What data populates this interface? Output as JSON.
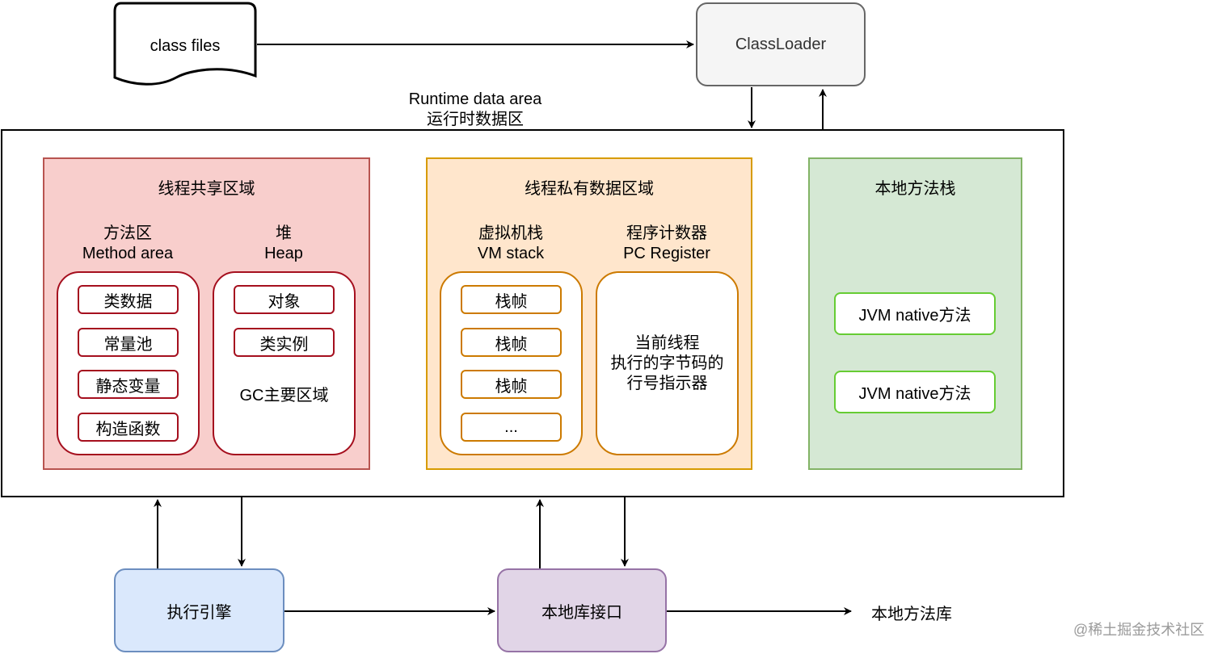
{
  "class_files": "class files",
  "class_loader": "ClassLoader",
  "runtime_area": {
    "title_en": "Runtime data area",
    "title_zh": "运行时数据区"
  },
  "shared_region": {
    "title": "线程共享区域",
    "method_area": {
      "title_zh": "方法区",
      "title_en": "Method area",
      "items": [
        "类数据",
        "常量池",
        "静态变量",
        "构造函数"
      ]
    },
    "heap": {
      "title_zh": "堆",
      "title_en": "Heap",
      "items": [
        "对象",
        "类实例"
      ],
      "note": "GC主要区域"
    }
  },
  "private_region": {
    "title": "线程私有数据区域",
    "vm_stack": {
      "title_zh": "虚拟机栈",
      "title_en": "VM stack",
      "items": [
        "栈帧",
        "栈帧",
        "栈帧",
        "..."
      ]
    },
    "pc_register": {
      "title_zh": "程序计数器",
      "title_en": "PC Register",
      "desc_lines": [
        "当前线程",
        "执行的字节码的",
        "行号指示器"
      ]
    }
  },
  "native_stack": {
    "title": "本地方法栈",
    "items": [
      "JVM native方法",
      "JVM native方法"
    ]
  },
  "execution_engine": "执行引擎",
  "native_interface": "本地库接口",
  "native_library": "本地方法库",
  "watermark": "@稀土掘金技术社区",
  "colors": {
    "shared_fill": "#f8cecc",
    "private_fill": "#ffe6cc",
    "native_fill": "#d5e8d4",
    "engine_fill": "#dae8fc",
    "interface_fill": "#e1d5e7",
    "loader_fill": "#f5f5f5"
  }
}
